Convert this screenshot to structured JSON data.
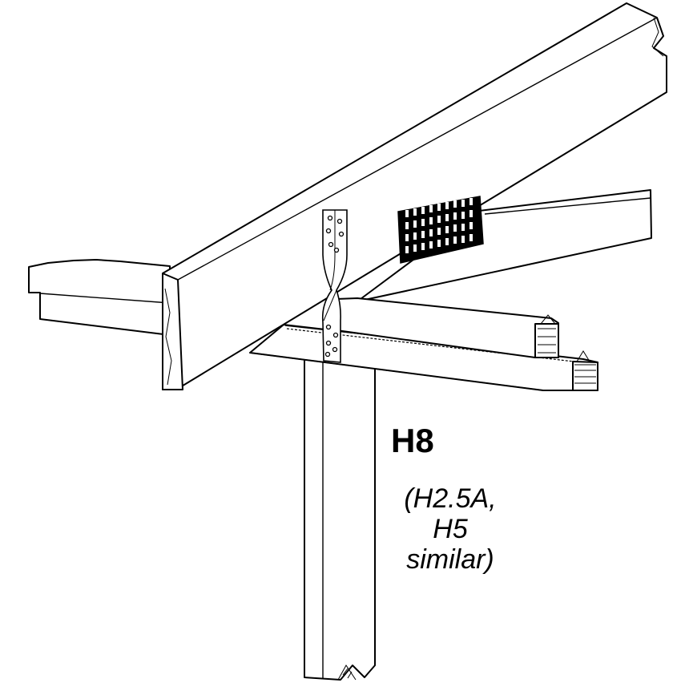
{
  "figure": {
    "model": "H8",
    "alternates": [
      "(H2.5A,",
      "H5",
      "similar)"
    ]
  },
  "icons": {
    "connector": "hurricane-tie-connector-icon",
    "truss_plate": "truss-plate-icon"
  },
  "colors": {
    "line": "#000000",
    "background": "#ffffff"
  }
}
